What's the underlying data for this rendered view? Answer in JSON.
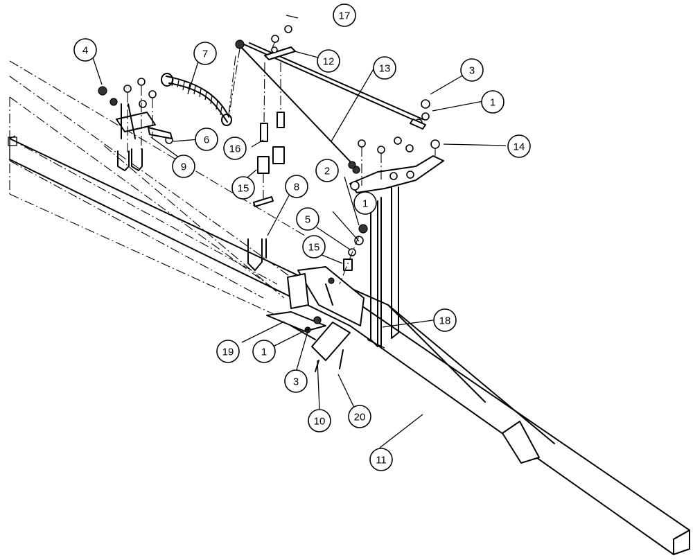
{
  "callouts": [
    {
      "number": "1"
    },
    {
      "number": "1"
    },
    {
      "number": "1"
    },
    {
      "number": "2"
    },
    {
      "number": "3"
    },
    {
      "number": "3"
    },
    {
      "number": "4"
    },
    {
      "number": "5"
    },
    {
      "number": "6"
    },
    {
      "number": "7"
    },
    {
      "number": "8"
    },
    {
      "number": "9"
    },
    {
      "number": "10"
    },
    {
      "number": "11"
    },
    {
      "number": "12"
    },
    {
      "number": "13"
    },
    {
      "number": "14"
    },
    {
      "number": "15"
    },
    {
      "number": "15"
    },
    {
      "number": "16"
    },
    {
      "number": "17"
    },
    {
      "number": "18"
    },
    {
      "number": "19"
    },
    {
      "number": "20"
    }
  ]
}
